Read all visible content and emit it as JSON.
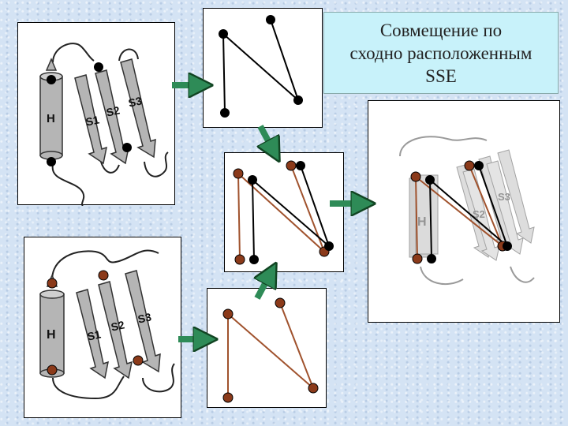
{
  "title": {
    "lines": [
      "Совмещение по",
      "сходно расположенным",
      "SSE"
    ],
    "background": "#c8f2fa"
  },
  "structure_labels": {
    "helix": "H",
    "strands": [
      "S1",
      "S2",
      "S3"
    ]
  },
  "colors": {
    "black_dot": "#000000",
    "brown_dot": "#8b3a1a",
    "brown_line": "#a0522d",
    "arrow_fill": "#2e8b57",
    "protein_fill": "#b0b0b0",
    "title_bg": "#c8f2fa"
  },
  "icons": [
    "green-arrow-icon",
    "helix-cylinder-icon",
    "beta-strand-arrow-icon"
  ]
}
